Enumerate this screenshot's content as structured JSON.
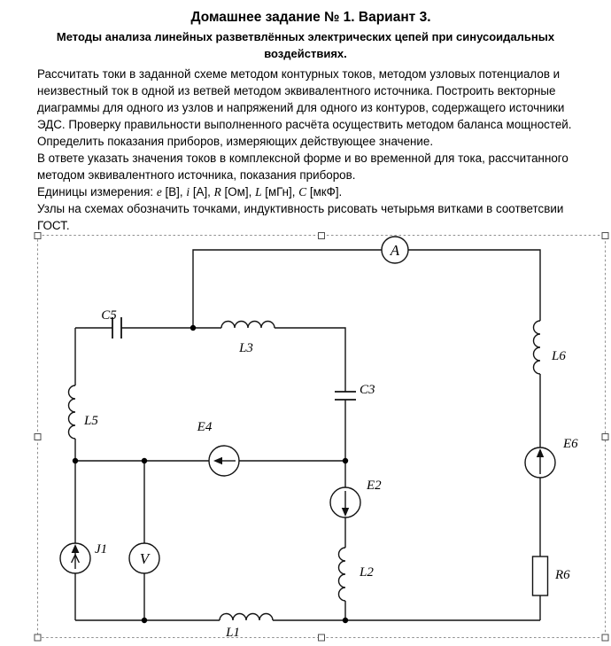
{
  "doc": {
    "title": "Домашнее задание № 1. Вариант 3.",
    "subtitle": "Методы анализа линейных разветвлённых электрических цепей при синусоидальных воздействиях.",
    "para_task": "Рассчитать токи в заданной схеме методом контурных токов, методом узловых потенциалов и неизвестный ток  в одной из ветвей методом эквивалентного источника. Построить векторные диаграммы для одного из узлов и напряжений для одного из контуров, содержащего источники ЭДС. Проверку правильности выполненного расчёта осуществить методом баланса мощностей. Определить показания приборов, измеряющих действующее значение.",
    "para_answer": "В ответе указать значения токов в комплексной форме и во временной для тока, рассчитанного методом  эквивалентного источника, показания приборов.",
    "units": {
      "prefix": "Единицы измерения: ",
      "items": [
        {
          "sym": "e",
          "rest": " [В], "
        },
        {
          "sym": "i",
          "rest": " [А], "
        },
        {
          "sym": "R",
          "rest": " [Ом], "
        },
        {
          "sym": "L",
          "rest": " [мГн], "
        },
        {
          "sym": "C",
          "rest": " [мкФ]."
        }
      ]
    },
    "para_gost": "Узлы на схемах обозначить точками, индуктивность рисовать четырьмя витками  в соответсвии ГОСТ."
  },
  "schematic": {
    "labels": {
      "c5": "C5",
      "l3": "L3",
      "c3": "C3",
      "l5": "L5",
      "e4": "E4",
      "e2": "E2",
      "l2": "L2",
      "l1": "L1",
      "j1": "J1",
      "l6": "L6",
      "e6": "E6",
      "r6": "R6"
    },
    "meters": {
      "ammeter": "A",
      "voltmeter": "V"
    }
  },
  "colors": {
    "ink": "#000000",
    "background": "#ffffff"
  }
}
